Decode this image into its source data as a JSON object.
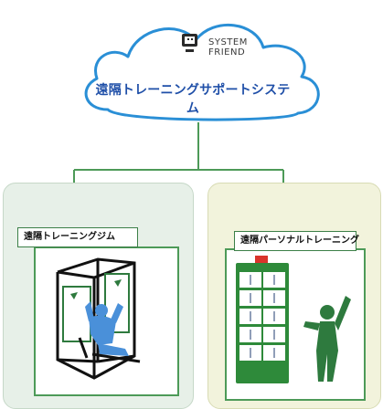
{
  "cloud": {
    "brand_line1": "SYSTEM",
    "brand_line2": "FRIEND",
    "title": "遠隔トレーニングサポートシステム"
  },
  "left_panel": {
    "label": "遠隔トレーニングジム"
  },
  "right_panel": {
    "label": "遠隔パーソナルトレーニング",
    "screen_badge": "□"
  },
  "colors": {
    "cloud_outline": "#2a8fd6",
    "title_text": "#1f4fa8",
    "connector": "#4d9a58",
    "left_bg": "#e7f0e8",
    "right_bg": "#f2f3dc",
    "trainer_figure": "#2e7a3e"
  }
}
